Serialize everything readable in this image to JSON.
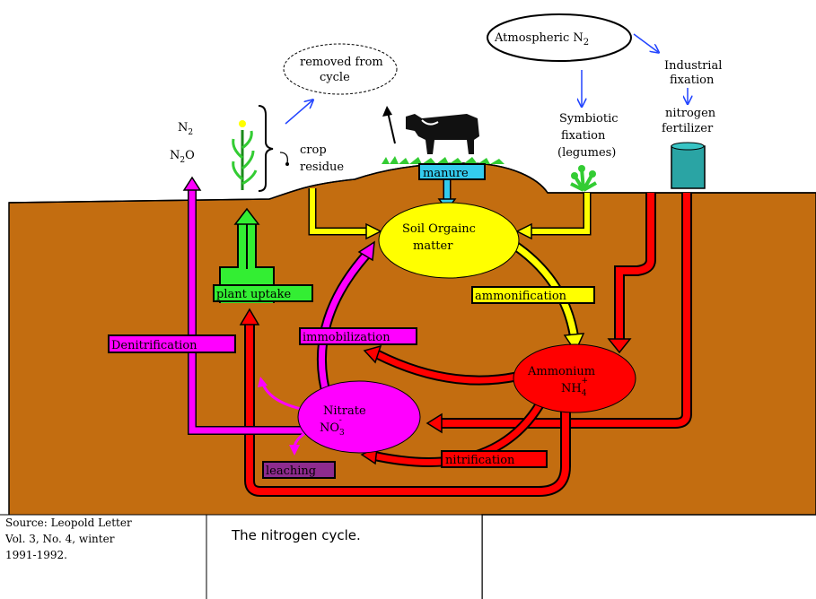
{
  "labels": {
    "atmospheric": "Atmospheric N",
    "atmospheric_sub": "2",
    "removed": [
      "removed from",
      "cycle"
    ],
    "industrial": [
      "Industrial",
      "fixation"
    ],
    "nitrogen_fertilizer": [
      "nitrogen",
      "fertilizer"
    ],
    "symbiotic": [
      "Symbiotic",
      "fixation",
      "(legumes)"
    ],
    "crop_residue": [
      "crop",
      "residue"
    ],
    "n2": "N",
    "n2_sub": "2",
    "n2o_a": "N",
    "n2o_sub": "2",
    "n2o_b": "O",
    "manure": "manure",
    "soil_organic": [
      "Soil Orgainc",
      "matter"
    ],
    "ammonification": "ammonification",
    "plant_uptake": "plant uptake",
    "immobilization": "immobilization",
    "denitrification": "Denitrification",
    "ammonium": "Ammonium",
    "ammonium_formula": "NH",
    "ammonium_sub": "4",
    "ammonium_sup": "+",
    "nitrate": "Nitrate",
    "nitrate_formula": "NO",
    "nitrate_sub": "3",
    "nitrate_sup": "-",
    "nitrification": "nitrification",
    "leaching": "leaching"
  },
  "caption": {
    "source": "Source:  Leopold Letter\nVol. 3, No. 4, winter\n1991-1992.",
    "title": "The nitrogen cycle."
  },
  "colors": {
    "soil": "#c36d10",
    "yellow": "#ffff00",
    "red": "#ff0000",
    "magenta": "#ff00ff",
    "green": "#33ee33",
    "cyan": "#33ccee",
    "purple": "#8e2b8e",
    "blue": "#2244ff"
  }
}
